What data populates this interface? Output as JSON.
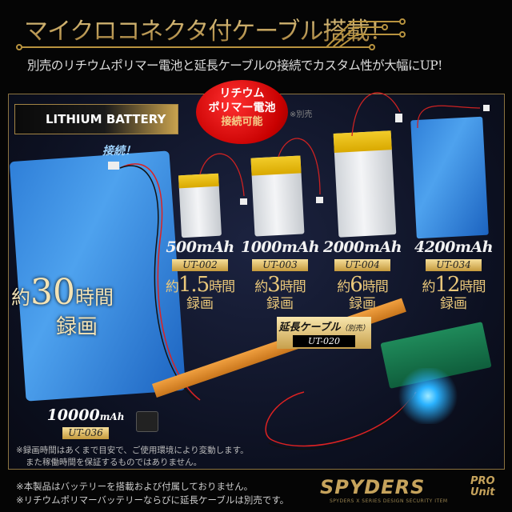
{
  "header": {
    "title": "マイクロコネクタ付ケーブル搭載！",
    "subtitle": "別売のリチウムポリマー電池と延長ケーブルの接続でカスタム性が大幅にUP!"
  },
  "section_label": "LITHIUM BATTERY",
  "bubble": {
    "line1": "リチウム",
    "line2": "ポリマー電池",
    "line3": "接続可能"
  },
  "sold_separately": "※別売",
  "connect_label": "接続！",
  "batteries": [
    {
      "capacity": "500mAh",
      "code": "UT-002",
      "prefix": "約",
      "hours": "1.5",
      "suffix": "時間",
      "rec": "録画"
    },
    {
      "capacity": "1000mAh",
      "code": "UT-003",
      "prefix": "約",
      "hours": "3",
      "suffix": "時間",
      "rec": "録画"
    },
    {
      "capacity": "2000mAh",
      "code": "UT-004",
      "prefix": "約",
      "hours": "6",
      "suffix": "時間",
      "rec": "録画"
    },
    {
      "capacity": "4200mAh",
      "code": "UT-034",
      "prefix": "約",
      "hours": "12",
      "suffix": "時間",
      "rec": "録画"
    }
  ],
  "big_battery": {
    "capacity_num": "10000",
    "capacity_unit": "mAh",
    "code": "UT-036",
    "prefix": "約",
    "hours": "30",
    "suffix": "時間",
    "rec": "録画"
  },
  "cable": {
    "title": "延長ケーブル",
    "note": "（別売）",
    "code": "UT-020"
  },
  "note": {
    "line1": "※録画時間はあくまで目安で、ご使用環境により変動します。",
    "line2": "また稼働時間を保証するものではありません。"
  },
  "footer": {
    "line1": "※本製品はバッテリーを搭載および付属しておりません。",
    "line2": "※リチウムポリマーバッテリーならびに延長ケーブルは別売です。"
  },
  "logo": {
    "name": "SPYDERS",
    "pro": "PRO",
    "unit": "Unit",
    "tagline": "SPYDERS X SERIES  DESIGN SECURITY ITEM"
  },
  "colors": {
    "gold": "#c9a55a",
    "panel": "#0c1020",
    "bubble": "#c80000",
    "battery_blue": "#2f7fd8"
  }
}
